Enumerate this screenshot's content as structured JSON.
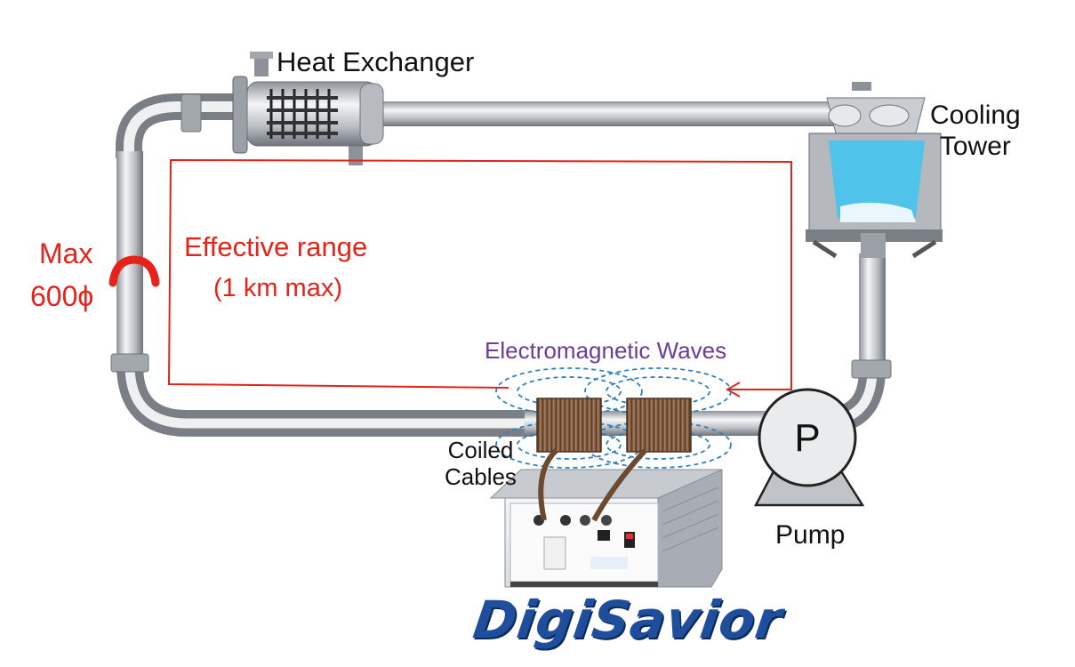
{
  "labels": {
    "heat_exchanger": "Heat Exchanger",
    "cooling_tower_line1": "Cooling",
    "cooling_tower_line2": "Tower",
    "max_line1": "Max",
    "max_line2": "600ϕ",
    "effective_range": "Effective range",
    "effective_range_sub": "(1 km max)",
    "electromagnetic_waves": "Electromagnetic Waves",
    "coiled_line1": "Coiled",
    "coiled_line2": "Cables",
    "pump": "Pump",
    "pump_symbol": "P",
    "logo": "DigiSavior"
  },
  "colors": {
    "range_line": "#e5231b",
    "wave": "#2f7fbf",
    "em_label": "#6a3d9a",
    "logo": "#1f4e9c",
    "water": "#4fc3ea"
  }
}
